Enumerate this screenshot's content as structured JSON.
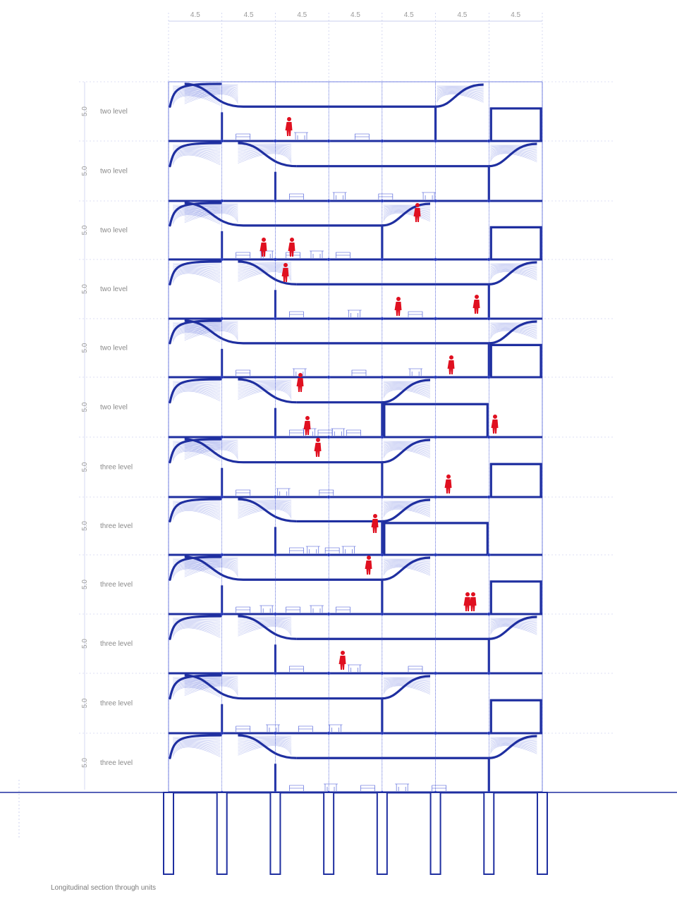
{
  "drawing": {
    "caption": "Longitudinal section through units",
    "bay_width_label": "4.5",
    "bays": [
      "4.5",
      "4.5",
      "4.5",
      "4.5",
      "4.5",
      "4.5",
      "4.5"
    ],
    "floor_height_label": "5.0",
    "floors": [
      {
        "height": "5.0",
        "label": "two level"
      },
      {
        "height": "5.0",
        "label": "two level"
      },
      {
        "height": "5.0",
        "label": "two level"
      },
      {
        "height": "5.0",
        "label": "two level"
      },
      {
        "height": "5.0",
        "label": "two level"
      },
      {
        "height": "5.0",
        "label": "two level"
      },
      {
        "height": "5.0",
        "label": "three level"
      },
      {
        "height": "5.0",
        "label": "three level"
      },
      {
        "height": "5.0",
        "label": "three level"
      },
      {
        "height": "5.0",
        "label": "three level"
      },
      {
        "height": "5.0",
        "label": "three level"
      },
      {
        "height": "5.0",
        "label": "three level"
      }
    ],
    "colors": {
      "structure": "#1f2fa0",
      "fine_line": "#3b4fd6",
      "grid": "#b9bfe8",
      "figures": "#e01020",
      "text": "#8a8a8a"
    }
  }
}
